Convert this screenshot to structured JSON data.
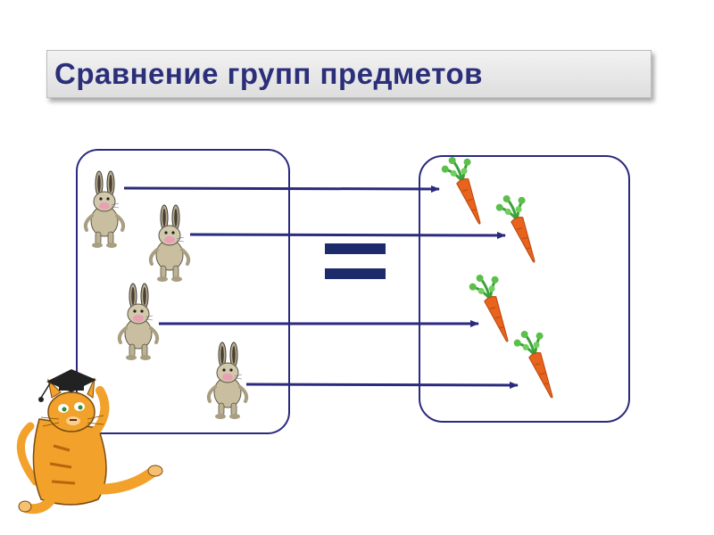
{
  "slide": {
    "title": "Сравнение групп предметов"
  },
  "diagram": {
    "left_group": {
      "item": "bunny-icon",
      "count": 4
    },
    "right_group": {
      "item": "carrot-icon",
      "count": 4
    },
    "relation": "equal",
    "arrow_count": 4,
    "mascot": "cat-with-graduation-cap-icon"
  },
  "colors": {
    "title_text": "#2b2f7a",
    "outline": "#2a2a7e",
    "arrow": "#2a2a7e",
    "equals": "#1d2a6b",
    "carrot": "#e8631c",
    "leaf": "#3aa23a",
    "bunny": "#c9bfa0",
    "cat": "#f2a12b"
  }
}
